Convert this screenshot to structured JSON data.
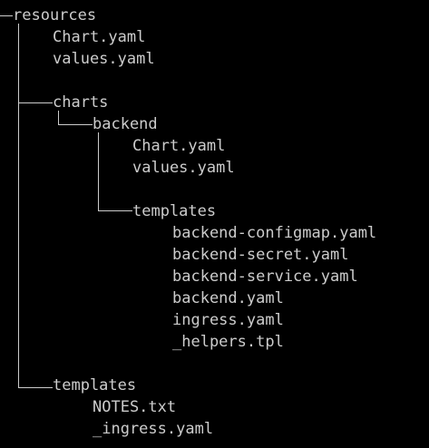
{
  "colors": {
    "background": "#000000",
    "foreground": "#cccccc"
  },
  "tree": {
    "root": "resources",
    "root_files": [
      "Chart.yaml",
      "values.yaml"
    ],
    "charts": {
      "label": "charts",
      "backend": {
        "label": "backend",
        "files": [
          "Chart.yaml",
          "values.yaml"
        ],
        "templates": {
          "label": "templates",
          "files": [
            "backend-configmap.yaml",
            "backend-secret.yaml",
            "backend-service.yaml",
            "backend.yaml",
            "ingress.yaml",
            "_helpers.tpl"
          ]
        }
      }
    },
    "templates": {
      "label": "templates",
      "files": [
        "NOTES.txt",
        "_ingress.yaml"
      ]
    }
  }
}
